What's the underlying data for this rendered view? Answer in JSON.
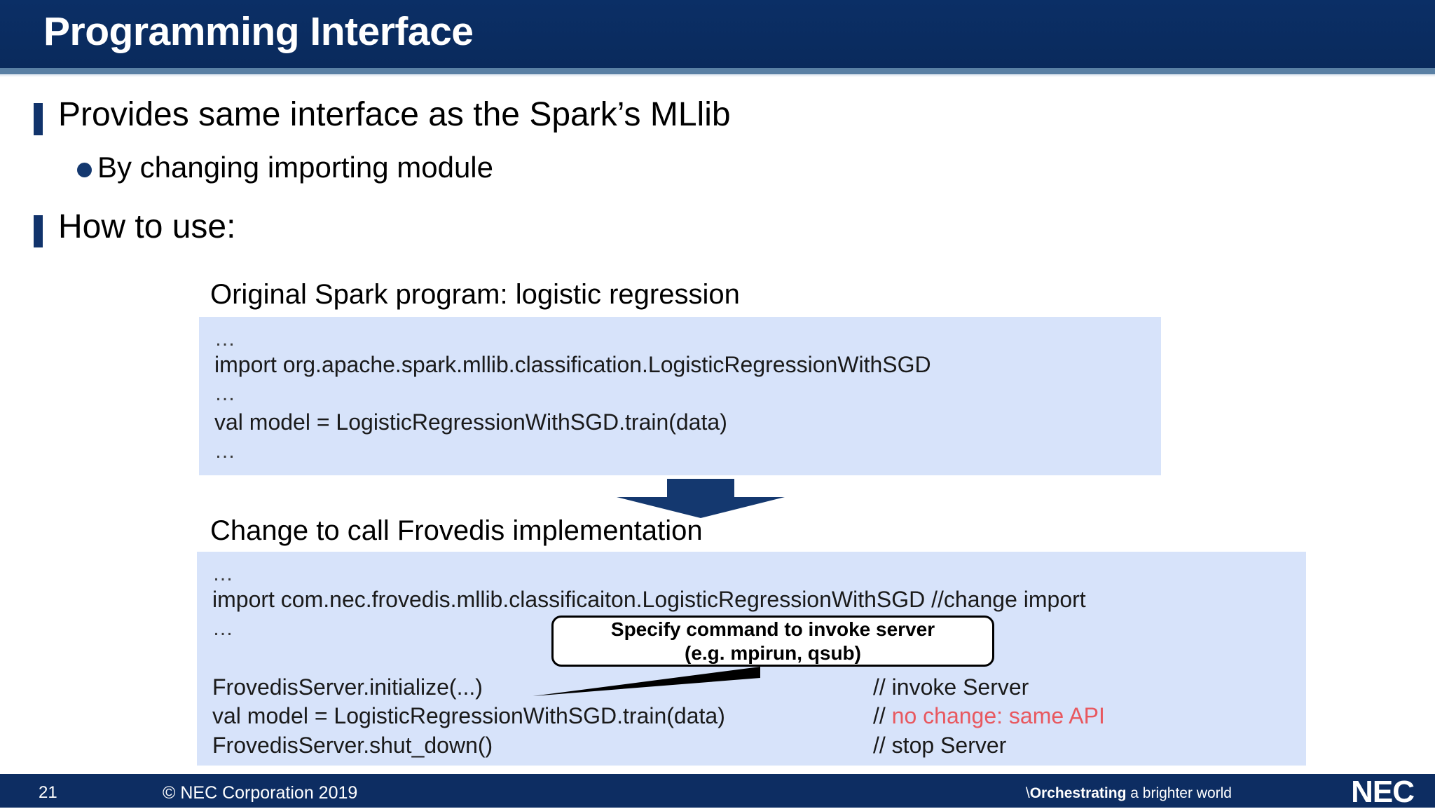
{
  "slide": {
    "title": "Programming Interface",
    "accent_navy": "#0a2d62",
    "accent_band": "#5a80a4",
    "code_bg": "#d7e3fa",
    "highlight_red": "#e8585f"
  },
  "bullets": {
    "level1_a": "Provides same interface as the Spark’s MLlib",
    "level2_a": "By changing importing module",
    "level1_b": "How to use:"
  },
  "sections": {
    "original_caption": "Original Spark program: logistic regression",
    "changed_caption": "Change to call Frovedis implementation"
  },
  "code_original": {
    "lines": [
      "…",
      "import org.apache.spark.mllib.classification.LogisticRegressionWithSGD",
      "…",
      "val model = LogisticRegressionWithSGD.train(data)",
      "…"
    ]
  },
  "code_frovedis": {
    "lines": [
      "…",
      "import com.nec.frovedis.mllib.classificaiton.LogisticRegressionWithSGD //change import",
      "…"
    ],
    "statements": [
      {
        "code": "FrovedisServer.initialize(...)",
        "comment_prefix": "// invoke Server",
        "comment_red": ""
      },
      {
        "code": "val model = LogisticRegressionWithSGD.train(data)",
        "comment_prefix": "// ",
        "comment_red": "no change: same API"
      },
      {
        "code": "FrovedisServer.shut_down()",
        "comment_prefix": "// stop Server",
        "comment_red": ""
      }
    ]
  },
  "callout": {
    "line1": "Specify command to invoke server",
    "line2": "(e.g. mpirun, qsub)"
  },
  "footer": {
    "page_number": "21",
    "copyright": "© NEC Corporation 2019",
    "tagline_slash": "\\",
    "tagline_bold": "Orchestrating",
    "tagline_rest": " a brighter world",
    "logo": "NEC"
  }
}
